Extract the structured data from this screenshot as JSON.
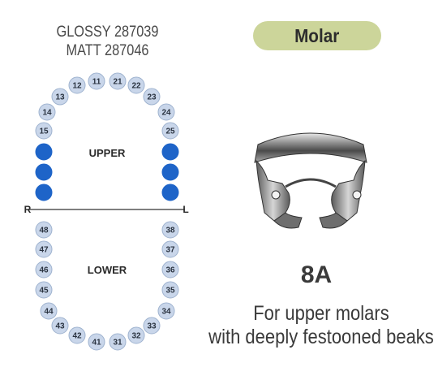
{
  "product_codes": {
    "glossy": "GLOSSY 287039",
    "matt": "MATT 287046"
  },
  "category_badge": "Molar",
  "chart": {
    "upper_label": "UPPER",
    "lower_label": "LOWER",
    "right_label": "R",
    "left_label": "L",
    "colors": {
      "tooth_fill": "#c9d6ea",
      "tooth_stroke": "#9fb3cf",
      "indicated_fill": "#1e64c8",
      "line": "#555555"
    },
    "upper_teeth": [
      "15",
      "14",
      "13",
      "12",
      "11",
      "21",
      "22",
      "23",
      "24",
      "25"
    ],
    "lower_teeth": [
      "48",
      "47",
      "46",
      "45",
      "44",
      "43",
      "42",
      "41",
      "31",
      "32",
      "33",
      "34",
      "35",
      "36",
      "37",
      "38"
    ],
    "indicated_tooth_count_per_side": 3
  },
  "model_number": "8A",
  "description": {
    "line1": "For upper molars",
    "line2": "with deeply festooned beaks"
  },
  "clamp_image": "rubber-dam-clamp-image"
}
